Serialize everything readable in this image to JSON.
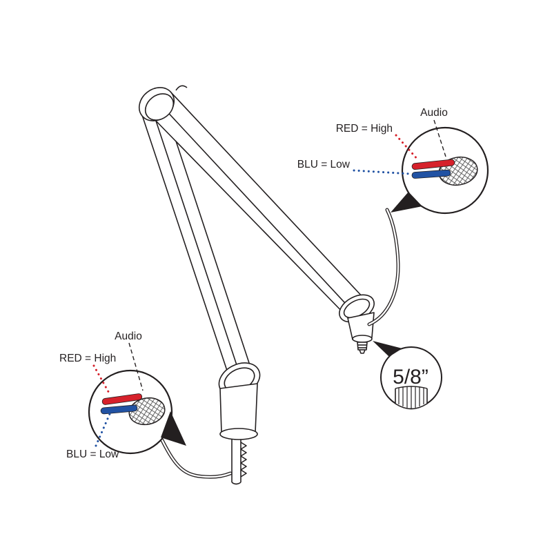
{
  "diagram": {
    "callout_upper_right": {
      "audio_label": "Audio",
      "red_label": "RED = High",
      "blue_label": "BLU = Low"
    },
    "callout_lower_left": {
      "audio_label": "Audio",
      "red_label": "RED = High",
      "blue_label": "BLU = Low"
    },
    "thread_callout": {
      "size_label": "5/8”"
    },
    "colors": {
      "wire_red": "#d6212b",
      "wire_blue": "#2152a3",
      "line": "#231f20"
    }
  }
}
